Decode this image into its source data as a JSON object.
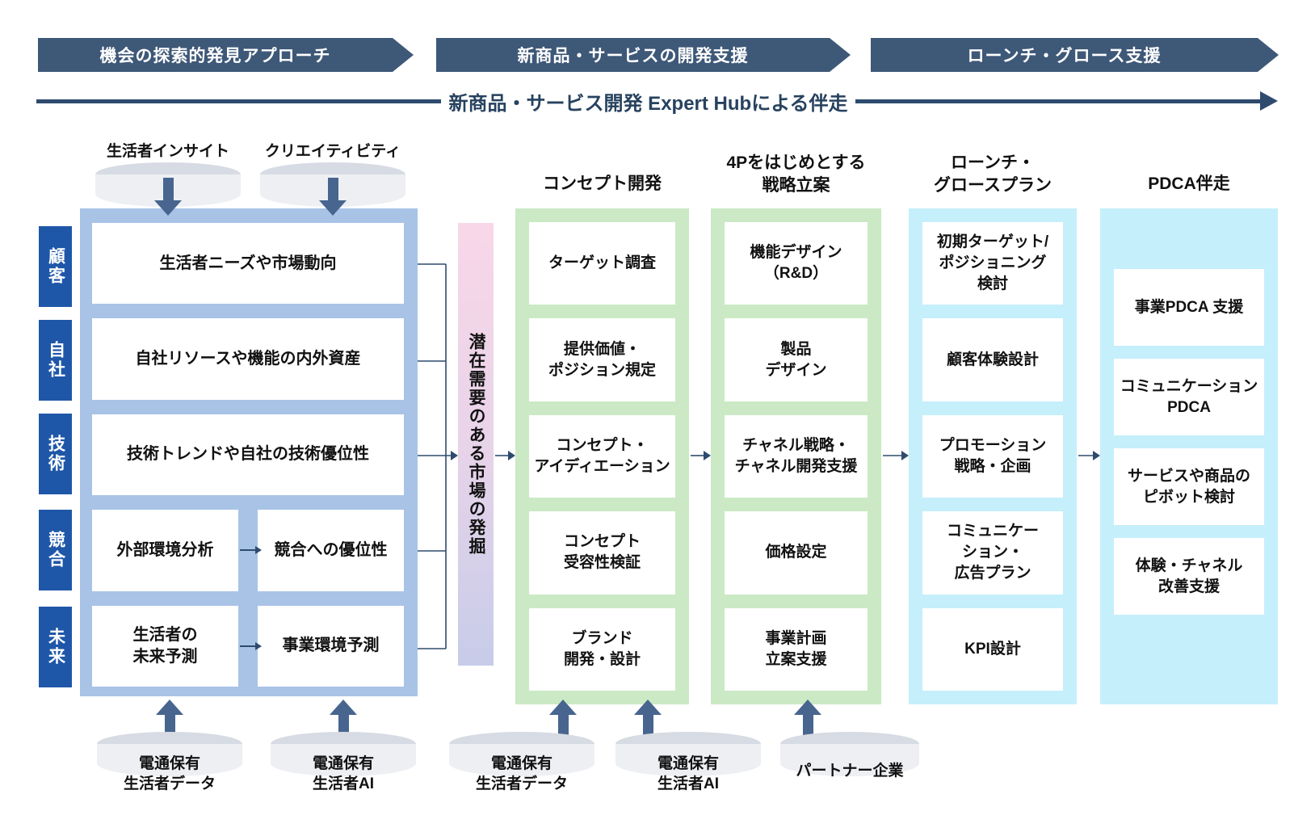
{
  "banners": [
    {
      "label": "機会の探索的発見アプローチ"
    },
    {
      "label": "新商品・サービスの開発支援"
    },
    {
      "label": "ローンチ・グロース支援"
    }
  ],
  "expert_hub": {
    "label": "新商品・サービス開発 Expert Hubによる伴走"
  },
  "top_sources": [
    {
      "label": "生活者インサイト"
    },
    {
      "label": "クリエイティビティ"
    }
  ],
  "left_panel": {
    "row_labels": [
      {
        "label": "顧客"
      },
      {
        "label": "自社"
      },
      {
        "label": "技術"
      },
      {
        "label": "競合"
      },
      {
        "label": "未来"
      }
    ],
    "rows": {
      "r1": "生活者ニーズや市場動向",
      "r2": "自社リソースや機能の内外資産",
      "r3": "技術トレンドや自社の技術優位性",
      "r4_left": "外部環境分析",
      "r4_right": "競合への優位性",
      "r5_left": "生活者の\n未来予測",
      "r5_right": "事業環境予測"
    }
  },
  "market_bar": {
    "label": "潜在需要のある市場の発掘"
  },
  "columns": [
    {
      "title": "コンセプト開発",
      "items": [
        "ターゲット調査",
        "提供価値・\nポジション規定",
        "コンセプト・\nアイディエーション",
        "コンセプト\n受容性検証",
        "ブランド\n開発・設計"
      ]
    },
    {
      "title": "4Pをはじめとする\n戦略立案",
      "items": [
        "機能デザイン\n（R&D）",
        "製品\nデザイン",
        "チャネル戦略・\nチャネル開発支援",
        "価格設定",
        "事業計画\n立案支援"
      ]
    },
    {
      "title": "ローンチ・\nグロースプラン",
      "items": [
        "初期ターゲット/\nポジショニング\n検討",
        "顧客体験設計",
        "プロモーション\n戦略・企画",
        "コミュニケー\nション・\n広告プラン",
        "KPI設計"
      ]
    },
    {
      "title": "PDCA伴走",
      "items": [
        "事業PDCA 支援",
        "コミュニケーション\nPDCA",
        "サービスや商品の\nピボット検討",
        "体験・チャネル\n改善支援"
      ]
    }
  ],
  "bottom_sources": [
    {
      "label": "電通保有\n生活者データ"
    },
    {
      "label": "電通保有\n生活者AI"
    },
    {
      "label": "電通保有\n生活者データ"
    },
    {
      "label": "電通保有\n生活者AI"
    },
    {
      "label": "パートナー企業"
    }
  ],
  "colors": {
    "banner_navy": "#3e5878",
    "arrow_steel": "#47658e",
    "line_navy": "#2e4b6e",
    "panel_blue": "#a9c3e7",
    "row_label_blue": "#1f57a8",
    "column_green": "#cbe9c5",
    "column_cyan": "#c5effb",
    "bar_pink_top": "#f8d7e8",
    "bar_lavender_bottom": "#c7cce9",
    "cylinder_body": "#edeff3",
    "cylinder_top": "#d7dbe3"
  }
}
